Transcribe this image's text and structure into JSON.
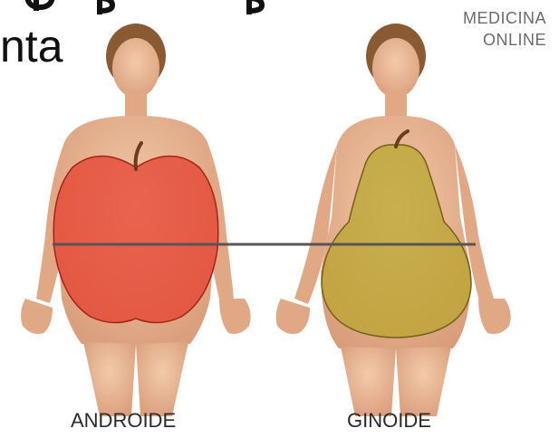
{
  "slide": {
    "partial_text": "nta"
  },
  "watermark": {
    "line1": "MEDICINA",
    "line2": "ONLINE"
  },
  "figures": [
    {
      "label": "ANDROIDE",
      "shape_icon": "apple-icon",
      "shape_color": "#e53b2b"
    },
    {
      "label": "GINOIDE",
      "shape_icon": "pear-icon",
      "shape_color": "#b9a52b"
    }
  ],
  "colors": {
    "skin": "#e9b898",
    "skin_shadow": "#c98d6d",
    "hair": "#8a5a32",
    "waist_line": "#555555"
  }
}
